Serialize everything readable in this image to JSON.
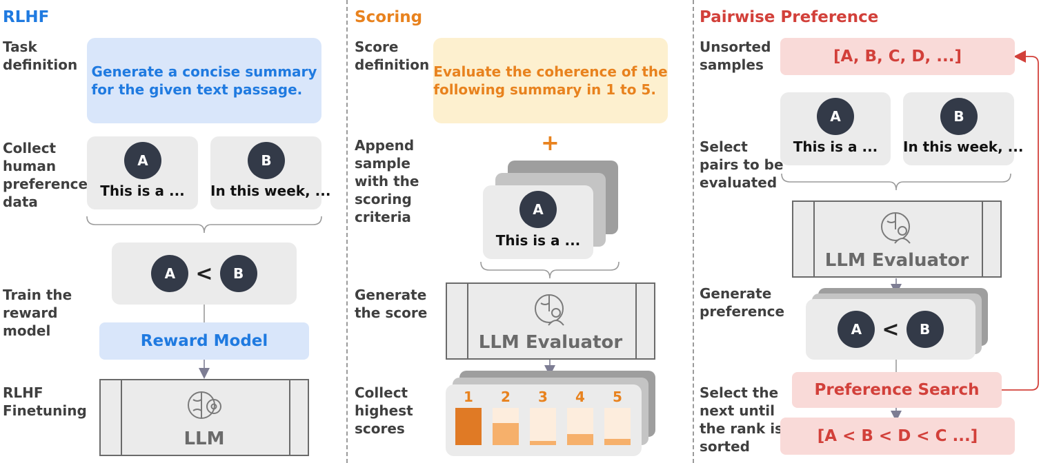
{
  "panels": {
    "rlhf": {
      "title": "RLHF",
      "step1": "Task\ndefinition",
      "task_text": "Generate a concise summary\nfor the given text passage.",
      "step2": "Collect\nhuman\npreference\ndata",
      "sample_a": {
        "badge": "A",
        "text": "This is a ..."
      },
      "sample_b": {
        "badge": "B",
        "text": "In this week, ..."
      },
      "compare": {
        "left": "A",
        "op": "<",
        "right": "B"
      },
      "step3": "Train the\nreward\nmodel",
      "reward_model": "Reward Model",
      "step4": "RLHF\nFinetuning",
      "llm": "LLM"
    },
    "scoring": {
      "title": "Scoring",
      "step1": "Score\ndefinition",
      "score_text": "Evaluate the coherence of the\nfollowing summary in 1 to 5.",
      "plus": "+",
      "step2": "Append\nsample\nwith the\nscoring\ncriteria",
      "sample": {
        "badge": "A",
        "text": "This is a ..."
      },
      "step3": "Generate\nthe score",
      "evaluator": "LLM Evaluator",
      "step4": "Collect\nhighest\nscores",
      "scores": [
        {
          "label": "1",
          "fill": 1.0
        },
        {
          "label": "2",
          "fill": 0.6
        },
        {
          "label": "3",
          "fill": 0.12
        },
        {
          "label": "4",
          "fill": 0.3
        },
        {
          "label": "5",
          "fill": 0.17
        }
      ]
    },
    "pairwise": {
      "title": "Pairwise Preference",
      "step1": "Unsorted\nsamples",
      "unsorted": "[A, B, C, D, ...]",
      "step2": "Select\npairs to be\nevaluated",
      "sample_a": {
        "badge": "A",
        "text": "This is a ..."
      },
      "sample_b": {
        "badge": "B",
        "text": "In this week, ..."
      },
      "evaluator": "LLM Evaluator",
      "step3": "Generate\npreference",
      "compare": {
        "left": "A",
        "op": "<",
        "right": "B"
      },
      "search": "Preference Search",
      "step4": "Select the\nnext until\nthe rank is\nsorted",
      "sorted": "[A < B < D < C ...]"
    }
  },
  "colors": {
    "rlhf_title": "#1f7ae0",
    "scoring_title": "#e8821e",
    "pairwise_title": "#d2403a",
    "blue_fill": "#d9e6fa",
    "orange_fill": "#fdf0cf",
    "red_fill": "#f9dad8",
    "dark_badge": "#333a48"
  }
}
